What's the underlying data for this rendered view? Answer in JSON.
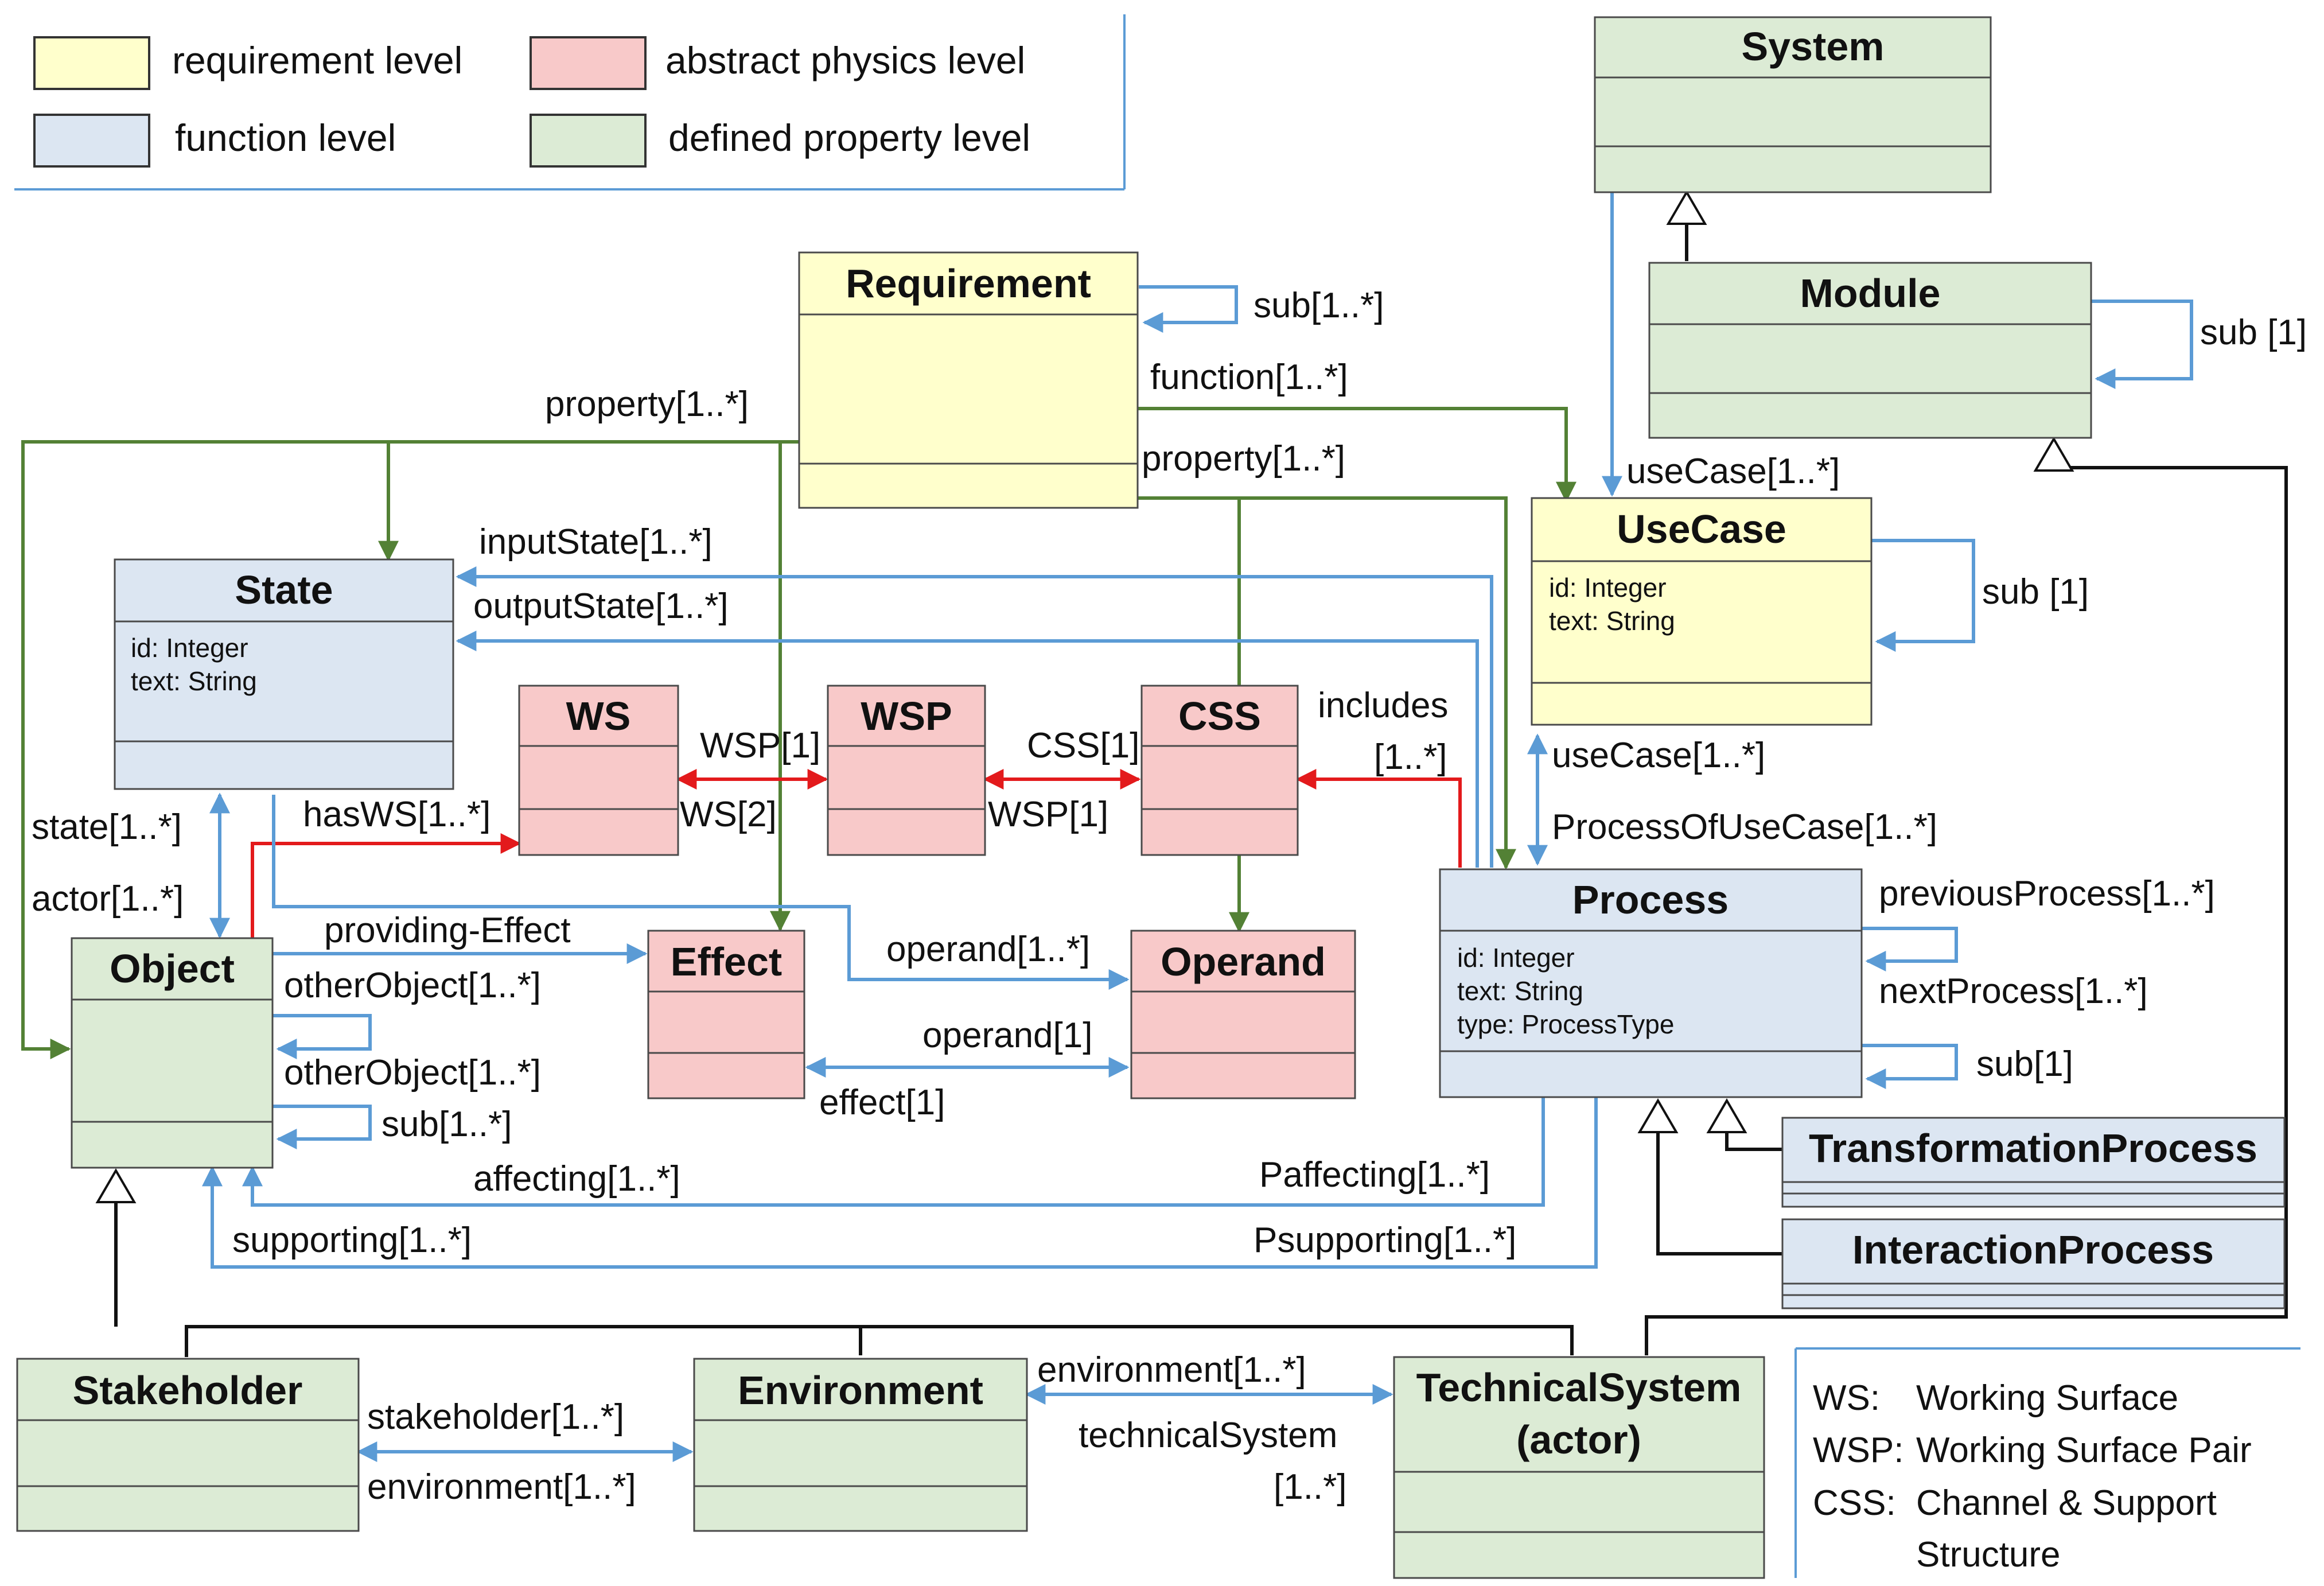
{
  "colors": {
    "requirement": "#ffffcc",
    "function": "#dce6f2",
    "physics": "#f8c9c9",
    "property": "#dcebd5",
    "blue_link": "#5b9bd5",
    "green_link": "#538135",
    "red_link": "#e31a1c",
    "black_link": "#111111"
  },
  "legend": {
    "requirement": "requirement level",
    "function": "function level",
    "physics": "abstract physics level",
    "property": "defined property level"
  },
  "abbreviations": {
    "ws": "WS:",
    "ws_text": "Working Surface",
    "wsp": "WSP:",
    "wsp_text": "Working Surface Pair",
    "css": "CSS:",
    "css_text_1": "Channel & Support",
    "css_text_2": "Structure"
  },
  "classes": {
    "system": "System",
    "module": "Module",
    "requirement": "Requirement",
    "usecase": "UseCase",
    "state": "State",
    "ws": "WS",
    "wsp": "WSP",
    "css": "CSS",
    "object": "Object",
    "effect": "Effect",
    "operand": "Operand",
    "process": "Process",
    "transformation": "TransformationProcess",
    "interaction": "InteractionProcess",
    "stakeholder": "Stakeholder",
    "environment": "Environment",
    "technical_1": "TechnicalSystem",
    "technical_2": "(actor)"
  },
  "attributes": {
    "id": "id: Integer",
    "text": "text: String",
    "type": "type: ProcessType"
  },
  "links": {
    "req_sub": "sub[1..*]",
    "req_function": "function[1..*]",
    "req_property_left": "property[1..*]",
    "req_property_right": "property[1..*]",
    "module_sub": "sub [1]",
    "usecase_top": "useCase[1..*]",
    "usecase_sub": "sub [1]",
    "input_state": "inputState[1..*]",
    "output_state": "outputState[1..*]",
    "wsp_1": "WSP[1]",
    "ws_2": "WS[2]",
    "css_1": "CSS[1]",
    "wsp_1b": "WSP[1]",
    "includes": "includes",
    "includes_mult": "[1..*]",
    "usecase_bottom": "useCase[1..*]",
    "process_of_usecase": "ProcessOfUseCase[1..*]",
    "state_mult": "state[1..*]",
    "actor_mult": "actor[1..*]",
    "has_ws": "hasWS[1..*]",
    "providing_effect": "providing-Effect",
    "operand_many": "operand[1..*]",
    "operand_one": "operand[1]",
    "effect_one": "effect[1]",
    "other_object_1": "otherObject[1..*]",
    "other_object_2": "otherObject[1..*]",
    "object_sub": "sub[1..*]",
    "previous_process": "previousProcess[1..*]",
    "next_process": "nextProcess[1..*]",
    "process_sub": "sub[1]",
    "affecting": "affecting[1..*]",
    "p_affecting": "Paffecting[1..*]",
    "supporting": "supporting[1..*]",
    "p_supporting": "Psupporting[1..*]",
    "stakeholder_mult": "stakeholder[1..*]",
    "environment_mult": "environment[1..*]",
    "environment_mult_2": "environment[1..*]",
    "technical_system": "technicalSystem",
    "technical_system_mult": "[1..*]"
  }
}
